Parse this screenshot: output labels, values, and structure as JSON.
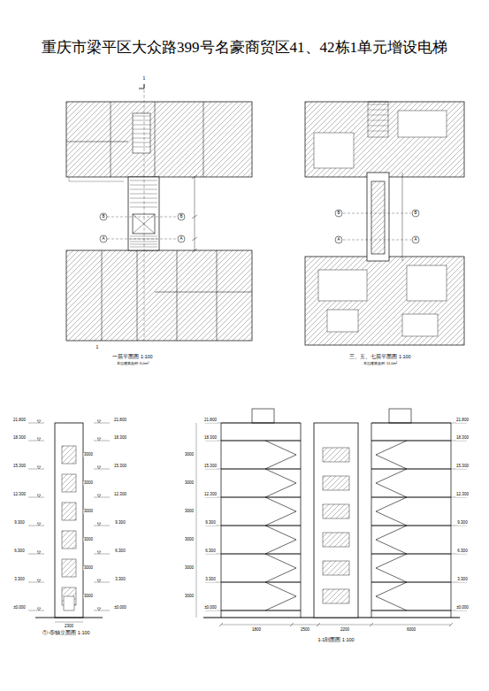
{
  "diagram": {
    "title": "重庆市梁平区大众路399号名豪商贸区41、42栋1单元增设电梯",
    "labels": [
      "一层平面图 1:100",
      "本层建筑面积: 6.0m²",
      "三、五、七层平面图 1:100",
      "本层建筑面积: 11.0m²",
      "①-⑤轴立面图 1:100",
      "1-1剖面图 1:100",
      "1",
      "1",
      "B",
      "A",
      "B",
      "A",
      "B",
      "A",
      "B",
      "A",
      "21.800",
      "18.300",
      "15.300",
      "12.300",
      "9.300",
      "6.300",
      "3.300",
      "±0.000",
      "21.800",
      "18.300",
      "15.300",
      "12.300",
      "9.300",
      "6.300",
      "3.300",
      "±0.000",
      "3000",
      "3000",
      "3000",
      "3000",
      "3000",
      "3000",
      "2300",
      "21.800",
      "18.300",
      "15.300",
      "12.300",
      "9.300",
      "6.300",
      "3.300",
      "±0.000",
      "21.800",
      "18.300",
      "15.300",
      "12.300",
      "9.300",
      "6.300",
      "3.300",
      "±0.000",
      "3000",
      "3000",
      "3000",
      "3000",
      "3000",
      "3000",
      "1800",
      "2500",
      "2200",
      "6000"
    ]
  }
}
